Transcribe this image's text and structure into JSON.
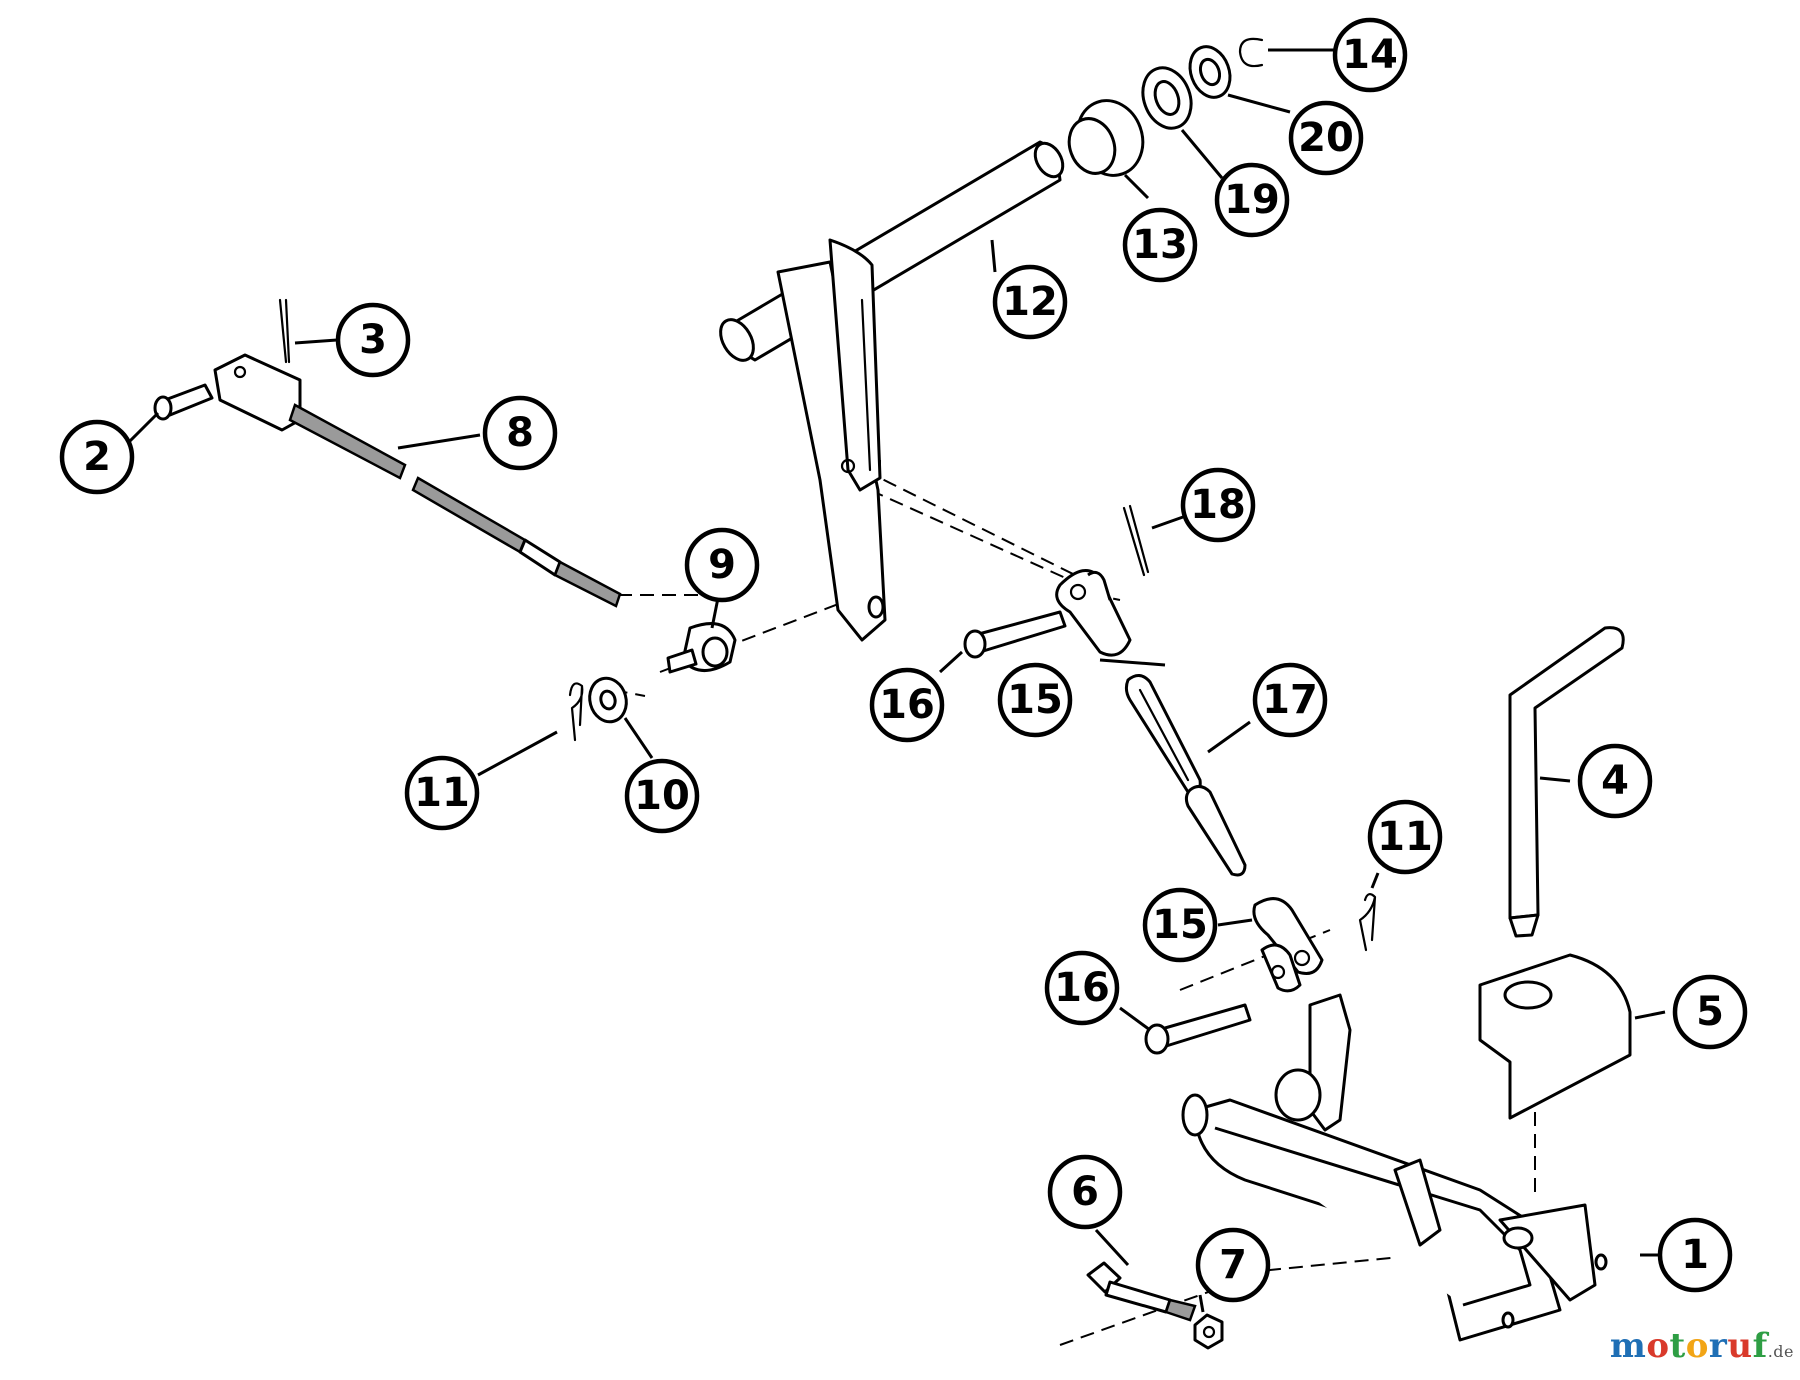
{
  "callouts": [
    {
      "id": "1",
      "label": "1"
    },
    {
      "id": "2",
      "label": "2"
    },
    {
      "id": "3",
      "label": "3"
    },
    {
      "id": "4",
      "label": "4"
    },
    {
      "id": "5",
      "label": "5"
    },
    {
      "id": "6",
      "label": "6"
    },
    {
      "id": "7",
      "label": "7"
    },
    {
      "id": "8",
      "label": "8"
    },
    {
      "id": "9",
      "label": "9"
    },
    {
      "id": "10",
      "label": "10"
    },
    {
      "id": "11a",
      "label": "11"
    },
    {
      "id": "11b",
      "label": "11"
    },
    {
      "id": "12",
      "label": "12"
    },
    {
      "id": "13",
      "label": "13"
    },
    {
      "id": "14",
      "label": "14"
    },
    {
      "id": "15a",
      "label": "15"
    },
    {
      "id": "15b",
      "label": "15"
    },
    {
      "id": "16a",
      "label": "16"
    },
    {
      "id": "16b",
      "label": "16"
    },
    {
      "id": "17",
      "label": "17"
    },
    {
      "id": "18",
      "label": "18"
    },
    {
      "id": "19",
      "label": "19"
    },
    {
      "id": "20",
      "label": "20"
    }
  ],
  "watermark": {
    "letters": [
      {
        "char": "m",
        "color": "#1f6fb5"
      },
      {
        "char": "o",
        "color": "#d93a2b"
      },
      {
        "char": "t",
        "color": "#2e9e44"
      },
      {
        "char": "o",
        "color": "#f2a516"
      },
      {
        "char": "r",
        "color": "#1f6fb5"
      },
      {
        "char": "u",
        "color": "#d93a2b"
      },
      {
        "char": "f",
        "color": "#2e9e44"
      }
    ],
    "suffix": ".de"
  }
}
